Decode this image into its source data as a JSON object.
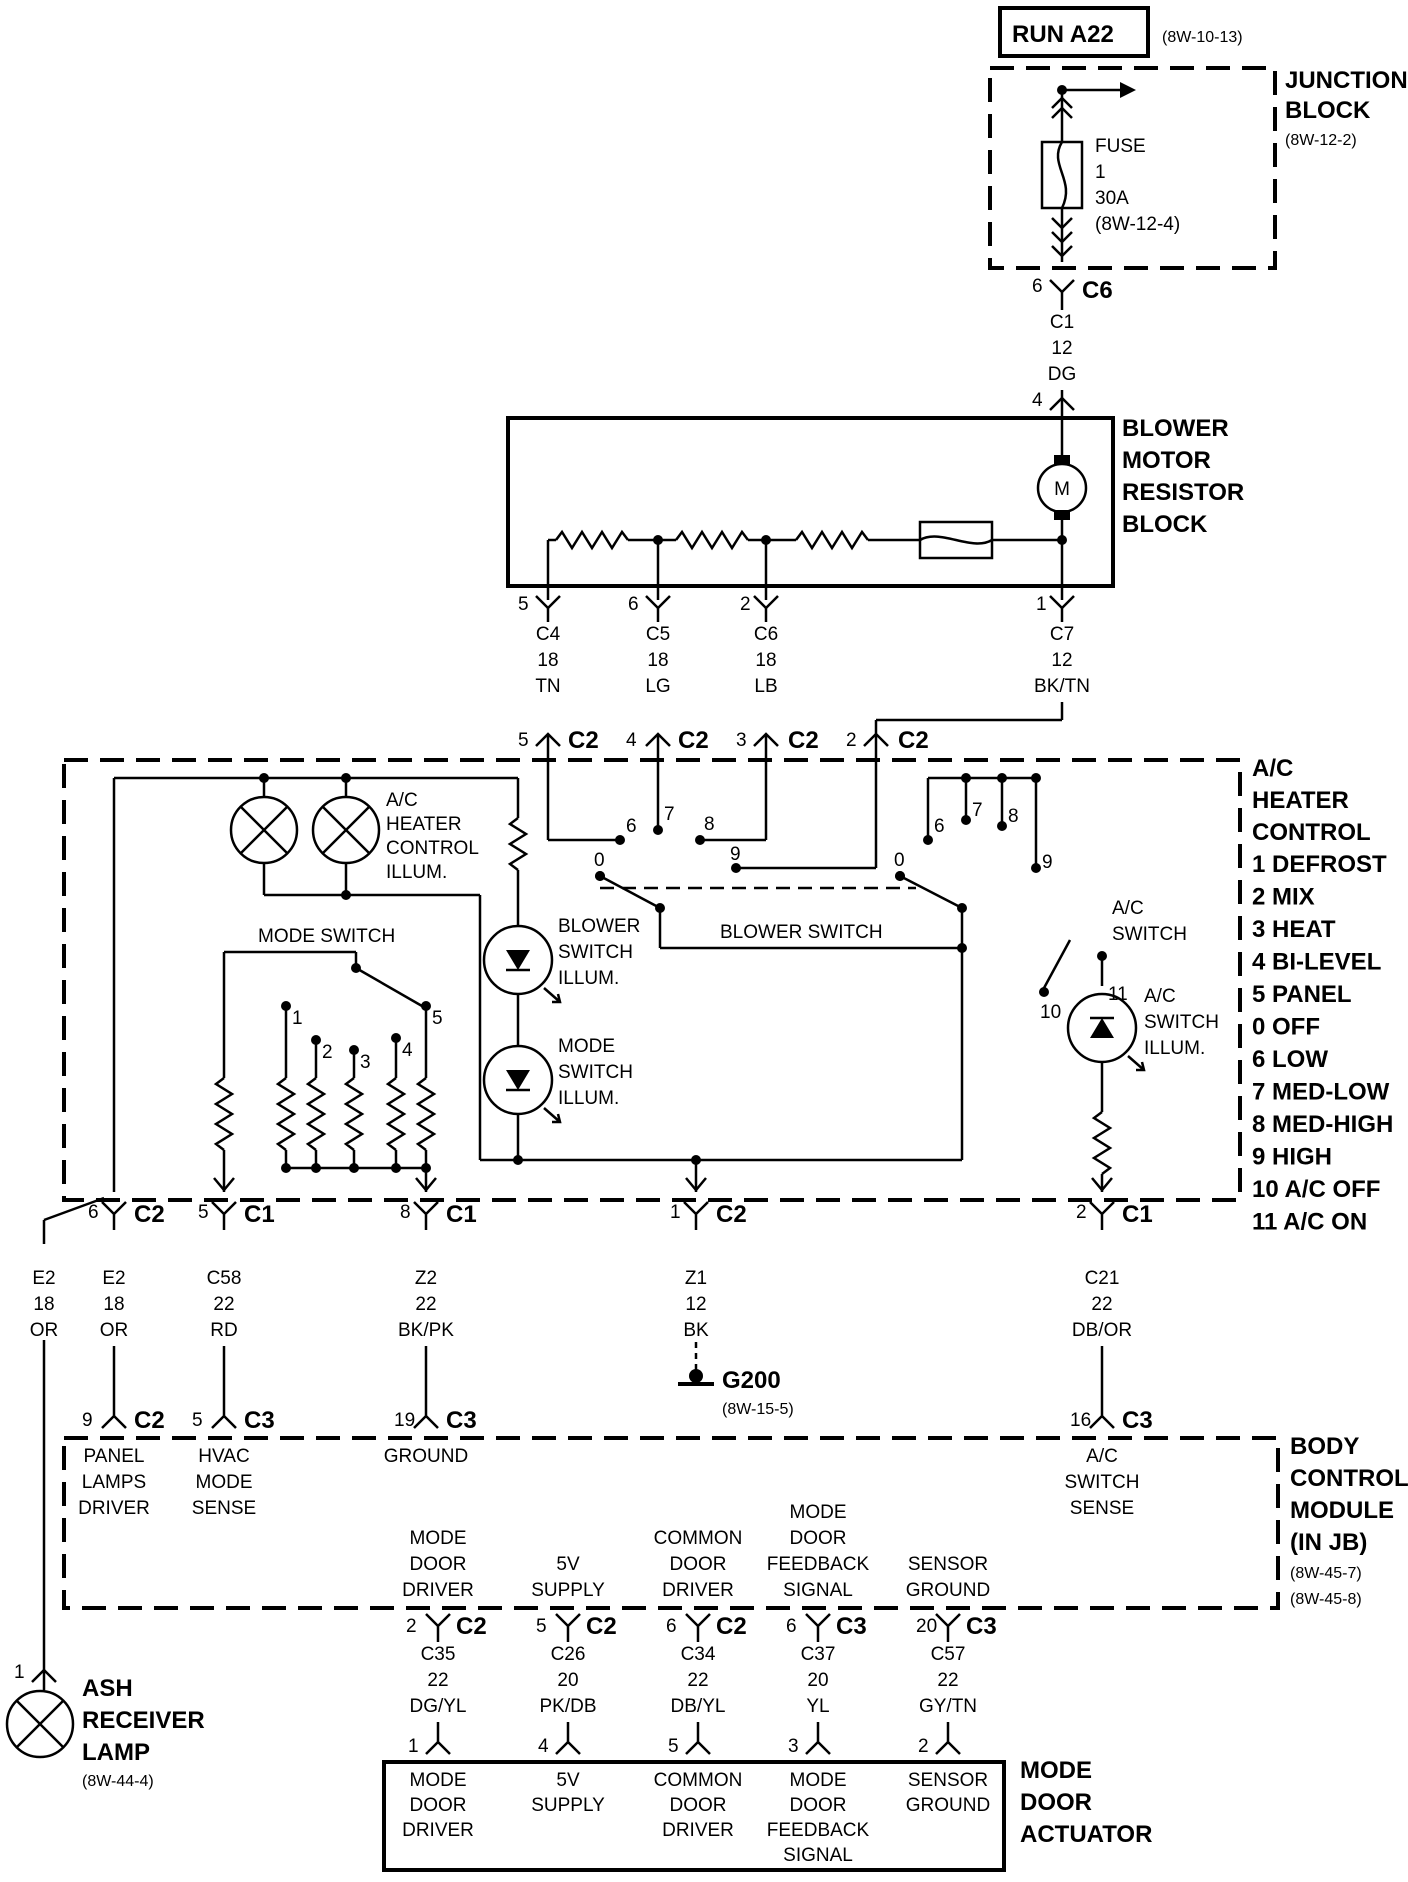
{
  "run_box": {
    "label": "RUN A22",
    "ref": "(8W-10-13)"
  },
  "junction_block": {
    "title1": "JUNCTION",
    "title2": "BLOCK",
    "ref": "(8W-12-2)",
    "fuse": [
      "FUSE",
      "1",
      "30A",
      "(8W-12-4)"
    ],
    "pin": "6",
    "conn": "C6"
  },
  "wire_c1": [
    "C1",
    "12",
    "DG"
  ],
  "blower_pin_top": "4",
  "blower_block": {
    "lines": [
      "BLOWER",
      "MOTOR",
      "RESISTOR",
      "BLOCK"
    ],
    "motor": "M"
  },
  "blower_outputs": [
    {
      "pin": "5",
      "wire": [
        "C4",
        "18",
        "TN"
      ],
      "hc_pin": "5",
      "hc_conn": "C2"
    },
    {
      "pin": "6",
      "wire": [
        "C5",
        "18",
        "LG"
      ],
      "hc_pin": "4",
      "hc_conn": "C2"
    },
    {
      "pin": "2",
      "wire": [
        "C6",
        "18",
        "LB"
      ],
      "hc_pin": "3",
      "hc_conn": "C2"
    },
    {
      "pin": "1",
      "wire": [
        "C7",
        "12",
        "BK/TN"
      ],
      "hc_pin": "2",
      "hc_conn": "C2"
    }
  ],
  "hc": {
    "title": [
      "A/C",
      "HEATER",
      "CONTROL"
    ],
    "legend": [
      "1 DEFROST",
      "2 MIX",
      "3 HEAT",
      "4 BI-LEVEL",
      "5 PANEL",
      "0 OFF",
      "6 LOW",
      "7 MED-LOW",
      "8 MED-HIGH",
      "9 HIGH",
      "10 A/C OFF",
      "11 A/C ON"
    ],
    "illum_label": [
      "A/C",
      "HEATER",
      "CONTROL",
      "ILLUM."
    ],
    "blower_illum": [
      "BLOWER",
      "SWITCH",
      "ILLUM."
    ],
    "mode_illum": [
      "MODE",
      "SWITCH",
      "ILLUM."
    ],
    "ac_illum": [
      "A/C",
      "SWITCH",
      "ILLUM."
    ],
    "mode_switch": "MODE SWITCH",
    "blower_switch": "BLOWER SWITCH",
    "ac_switch": [
      "A/C",
      "SWITCH"
    ],
    "mode_pos": [
      "1",
      "2",
      "3",
      "4",
      "5"
    ],
    "blower_pos_left": [
      "6",
      "7",
      "8",
      "0",
      "9"
    ],
    "blower_pos_right": [
      "6",
      "7",
      "8",
      "0",
      "9"
    ],
    "ac_pos": [
      "10",
      "11"
    ]
  },
  "hc_outputs": [
    {
      "pin": "6",
      "conn": "C2",
      "wire": [
        "E2",
        "18",
        "OR"
      ]
    },
    {
      "pin": "5",
      "conn": "C1",
      "wire": [
        "C58",
        "22",
        "RD"
      ]
    },
    {
      "pin": "8",
      "conn": "C1",
      "wire": [
        "Z2",
        "22",
        "BK/PK"
      ]
    },
    {
      "pin": "1",
      "conn": "C2",
      "wire": [
        "Z1",
        "12",
        "BK"
      ]
    },
    {
      "pin": "2",
      "conn": "C1",
      "wire": [
        "C21",
        "22",
        "DB/OR"
      ]
    }
  ],
  "ash_wire": [
    "E2",
    "18",
    "OR"
  ],
  "ground": {
    "label": "G200",
    "ref": "(8W-15-5)"
  },
  "bcm": {
    "title": [
      "BODY",
      "CONTROL",
      "MODULE",
      "(IN JB)"
    ],
    "refs": [
      "(8W-45-7)",
      "(8W-45-8)"
    ],
    "inputs": [
      {
        "pin": "9",
        "conn": "C2",
        "label": [
          "PANEL",
          "LAMPS",
          "DRIVER"
        ]
      },
      {
        "pin": "5",
        "conn": "C3",
        "label": [
          "HVAC",
          "MODE",
          "SENSE"
        ]
      },
      {
        "pin": "19",
        "conn": "C3",
        "label": [
          "GROUND"
        ]
      },
      {
        "pin": "16",
        "conn": "C3",
        "label": [
          "A/C",
          "SWITCH",
          "SENSE"
        ]
      }
    ],
    "outputs": [
      {
        "label": [
          "MODE",
          "DOOR",
          "DRIVER"
        ],
        "pin": "2",
        "conn": "C2",
        "wire": [
          "C35",
          "22",
          "DG/YL"
        ],
        "act_pin": "1"
      },
      {
        "label": [
          "5V",
          "SUPPLY"
        ],
        "pin": "5",
        "conn": "C2",
        "wire": [
          "C26",
          "20",
          "PK/DB"
        ],
        "act_pin": "4"
      },
      {
        "label": [
          "COMMON",
          "DOOR",
          "DRIVER"
        ],
        "pin": "6",
        "conn": "C2",
        "wire": [
          "C34",
          "22",
          "DB/YL"
        ],
        "act_pin": "5"
      },
      {
        "label": [
          "MODE",
          "DOOR",
          "FEEDBACK",
          "SIGNAL"
        ],
        "pin": "6",
        "conn": "C3",
        "wire": [
          "C37",
          "20",
          "YL"
        ],
        "act_pin": "3"
      },
      {
        "label": [
          "SENSOR",
          "GROUND"
        ],
        "pin": "20",
        "conn": "C3",
        "wire": [
          "C57",
          "22",
          "GY/TN"
        ],
        "act_pin": "2"
      }
    ]
  },
  "ash": {
    "pin": "1",
    "title": [
      "ASH",
      "RECEIVER",
      "LAMP"
    ],
    "ref": "(8W-44-4)"
  },
  "actuator": {
    "title": [
      "MODE",
      "DOOR",
      "ACTUATOR"
    ],
    "labels": [
      [
        "MODE",
        "DOOR",
        "DRIVER"
      ],
      [
        "5V",
        "SUPPLY"
      ],
      [
        "COMMON",
        "DOOR",
        "DRIVER"
      ],
      [
        "MODE",
        "DOOR",
        "FEEDBACK",
        "SIGNAL"
      ],
      [
        "SENSOR",
        "GROUND"
      ]
    ]
  }
}
